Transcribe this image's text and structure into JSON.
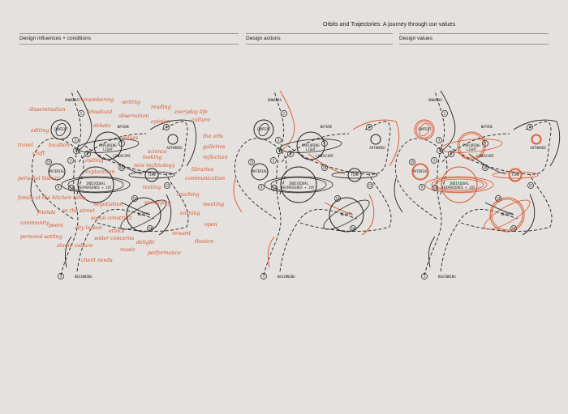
{
  "title": "Orbits and Trajectories: A journey through our values",
  "sections": [
    "Design influences + conditions",
    "Design actions",
    "Design values"
  ],
  "accent": "#d9542c",
  "diagram_labels": {
    "onwards": "ONWARDS",
    "context": "CONTEXT",
    "exploring": "EXPLORING LIGHT",
    "nature": "NATURE",
    "landscape": "LANDSCAPE",
    "authored": "AUTHORED",
    "material": "MATERIAL",
    "individual": "INDIVIDUAL EXPERIENCE + JOY",
    "time": "TIME",
    "beauty": "BEAUTY",
    "beginning": "BEGINNING"
  },
  "influences": [
    "remembering",
    "writing",
    "reading",
    "everyday life",
    "dissemination",
    "broadcast",
    "observation",
    "opinion",
    "culture",
    "debate",
    "editing",
    "the arts",
    "values",
    "travel",
    "location",
    "galleries",
    "craft",
    "visiting",
    "science",
    "looking",
    "new technology",
    "reflection",
    "exploration",
    "libraries",
    "personal history",
    "communication",
    "testing",
    "teaching",
    "family at the kitchen table",
    "specifying",
    "negotiation",
    "friends",
    "on the street",
    "meeting",
    "social construct",
    "earning",
    "community",
    "peers",
    "city lesson",
    "ethics",
    "open",
    "personal setting",
    "reward",
    "studio culture",
    "wider concerns",
    "delight",
    "theatre",
    "music",
    "performance",
    "client needs"
  ]
}
